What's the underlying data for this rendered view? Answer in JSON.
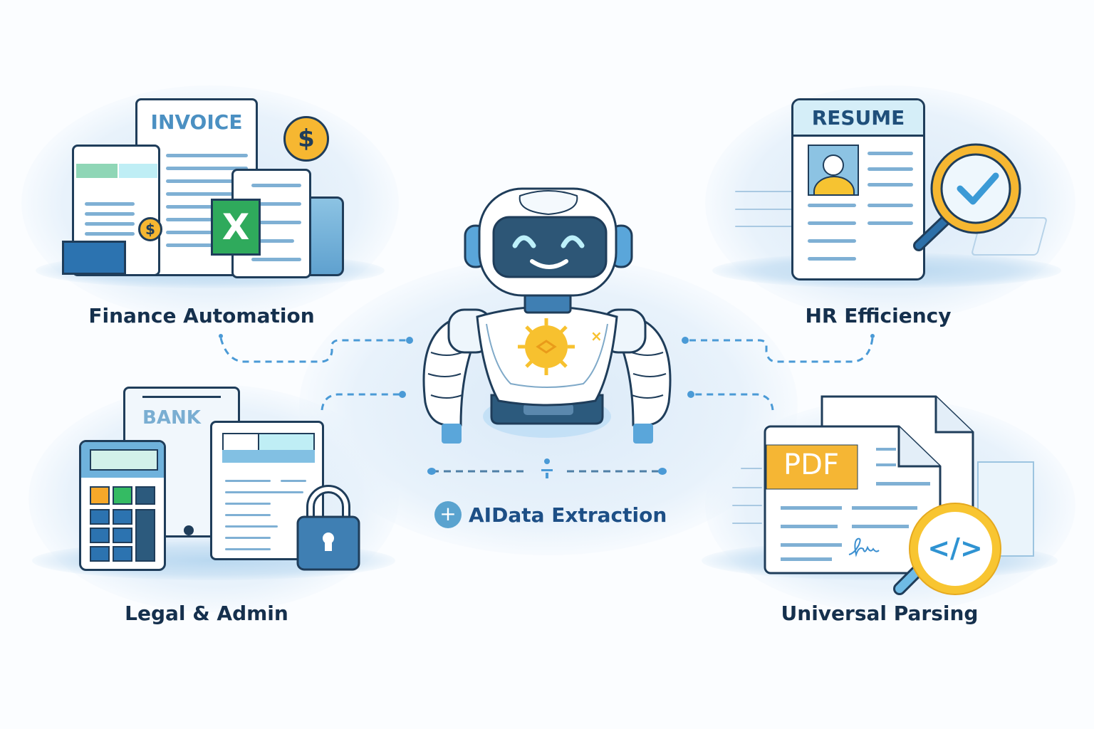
{
  "title": "AIData Extraction",
  "center": {
    "robot": "AI robot assistant",
    "caption": "AIData Extraction",
    "caption_icon": "plus-circle-icon"
  },
  "quadrants": [
    {
      "id": "finance",
      "label": "Finance Automation",
      "doc_title": "INVOICE",
      "icons": [
        "invoice-icon",
        "spreadsheet-icon",
        "excel-icon",
        "dollar-coin-icon"
      ]
    },
    {
      "id": "hr",
      "label": "HR Efficiency",
      "doc_title": "RESUME",
      "icons": [
        "resume-icon",
        "profile-photo-icon",
        "magnifier-check-icon"
      ]
    },
    {
      "id": "legal",
      "label": "Legal & Admin",
      "doc_title": "BANK",
      "icons": [
        "calculator-icon",
        "bank-statement-icon",
        "document-icon",
        "padlock-icon"
      ]
    },
    {
      "id": "parsing",
      "label": "Universal Parsing",
      "doc_title": "PDF",
      "icons": [
        "pdf-icon",
        "signature-icon",
        "code-magnifier-icon"
      ]
    }
  ],
  "glyphs": {
    "dollar": "$",
    "excel": "X",
    "code": "</>"
  },
  "colors": {
    "outline": "#1f3d5a",
    "accent_blue": "#3b8fd0",
    "light_blue": "#cde6f7",
    "gold": "#f6b731",
    "green": "#2faa5c",
    "text_dark": "#15304d",
    "caption_blue": "#1d4f86"
  }
}
